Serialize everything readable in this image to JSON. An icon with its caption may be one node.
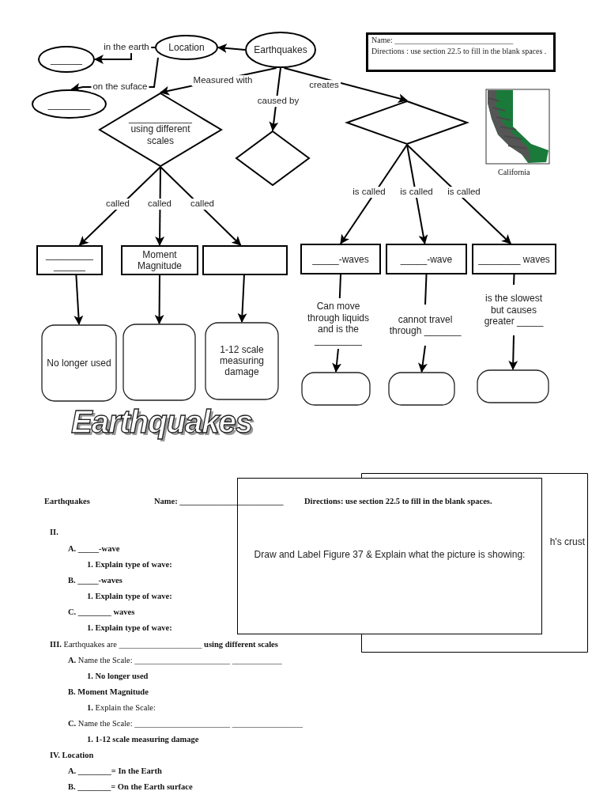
{
  "diagram": {
    "nodes": [
      {
        "text": [
          "Earthquakes"
        ]
      },
      {
        "text": [
          "Location"
        ]
      },
      {
        "text": [
          "______"
        ]
      },
      {
        "text": [
          "________"
        ]
      },
      {
        "text": [
          "Name: ______________________________",
          "Directions : use section 22.5 to fill in the blank spaces ."
        ]
      },
      {
        "text": [
          "____________ using different scales"
        ]
      },
      {
        "text": [],
        "shape": "diamond"
      },
      {
        "text": [],
        "shape": "diamond"
      },
      {
        "text": [
          "_________ ______"
        ]
      },
      {
        "text": [
          "Moment Magnitude"
        ]
      },
      {
        "text": [],
        "shape": "box"
      },
      {
        "text": [
          "_____-waves"
        ]
      },
      {
        "text": [
          "_____-wave"
        ]
      },
      {
        "text": [
          "________ waves"
        ]
      },
      {
        "text": [
          "No longer used"
        ]
      },
      {
        "text": [],
        "shape": "box"
      },
      {
        "text": [
          "1-12 scale measuring damage"
        ]
      },
      {
        "text": [
          "Can move through liquids and is the _________"
        ]
      },
      {
        "text": [
          "cannot travel through _______"
        ]
      },
      {
        "text": [
          "is the slowest but causes greater _____"
        ]
      },
      {
        "text": [],
        "shape": "box"
      },
      {
        "text": [],
        "shape": "box"
      },
      {
        "text": [],
        "shape": "box"
      },
      {
        "text": [
          "h's crust"
        ]
      },
      {
        "text": [
          "Draw and Label Figure 37 & Explain what the picture is showing:"
        ]
      }
    ],
    "edges": [
      {
        "from": 0,
        "to": 1,
        "arrow": "to"
      },
      {
        "from": 1,
        "to": 2,
        "arrow": "to",
        "label": "in the earth"
      },
      {
        "from": 1,
        "to": 3,
        "arrow": "to",
        "label": "on the suface"
      },
      {
        "from": 0,
        "to": 5,
        "arrow": "to",
        "label": "Measured with"
      },
      {
        "from": 0,
        "to": 6,
        "arrow": "to",
        "label": "caused by"
      },
      {
        "from": 0,
        "to": 7,
        "arrow": "to",
        "label": "creates"
      },
      {
        "from": 5,
        "to": 8,
        "arrow": "to",
        "label": "called"
      },
      {
        "from": 5,
        "to": 9,
        "arrow": "to",
        "label": "called"
      },
      {
        "from": 5,
        "to": 10,
        "arrow": "to",
        "label": "called"
      },
      {
        "from": 8,
        "to": 14,
        "arrow": "to"
      },
      {
        "from": 9,
        "to": 15,
        "arrow": "to"
      },
      {
        "from": 10,
        "to": 16,
        "arrow": "to"
      },
      {
        "from": 7,
        "to": 11,
        "arrow": "to",
        "label": "is called"
      },
      {
        "from": 7,
        "to": 12,
        "arrow": "to",
        "label": "is called"
      },
      {
        "from": 7,
        "to": 13,
        "arrow": "to",
        "label": "is called"
      },
      {
        "from": 11,
        "to": 17,
        "arrow": "none"
      },
      {
        "from": 12,
        "to": 18,
        "arrow": "none"
      },
      {
        "from": 13,
        "to": 19,
        "arrow": "none"
      },
      {
        "from": 17,
        "to": 20,
        "arrow": "to"
      },
      {
        "from": 18,
        "to": 21,
        "arrow": "to"
      },
      {
        "from": 19,
        "to": 22,
        "arrow": "to"
      }
    ],
    "labels": [
      "California",
      "Earthquakes",
      "Earthquakes",
      "Name: _________________________",
      "Directions: use section 22.5 to fill in the blank spaces.",
      "II.",
      "A. _____-wave",
      "1. Explain type of wave:",
      "B. _____-waves",
      "1. Explain type of wave:",
      "C. ________ waves",
      "1. Explain type of wave:",
      "**III.** Earthquakes are ____________________ **using different scales**",
      "**A.** Name the Scale: _______________________ ____________",
      "1. No longer used",
      "B. Moment Magnitude",
      "**1.** Explain the Scale:",
      "**C.** Name the Scale: _______________________ _________________",
      "1. 1-12 scale measuring damage",
      "IV. Location",
      "A. ________= In the Earth",
      "B. ________= On the Earth surface"
    ]
  }
}
